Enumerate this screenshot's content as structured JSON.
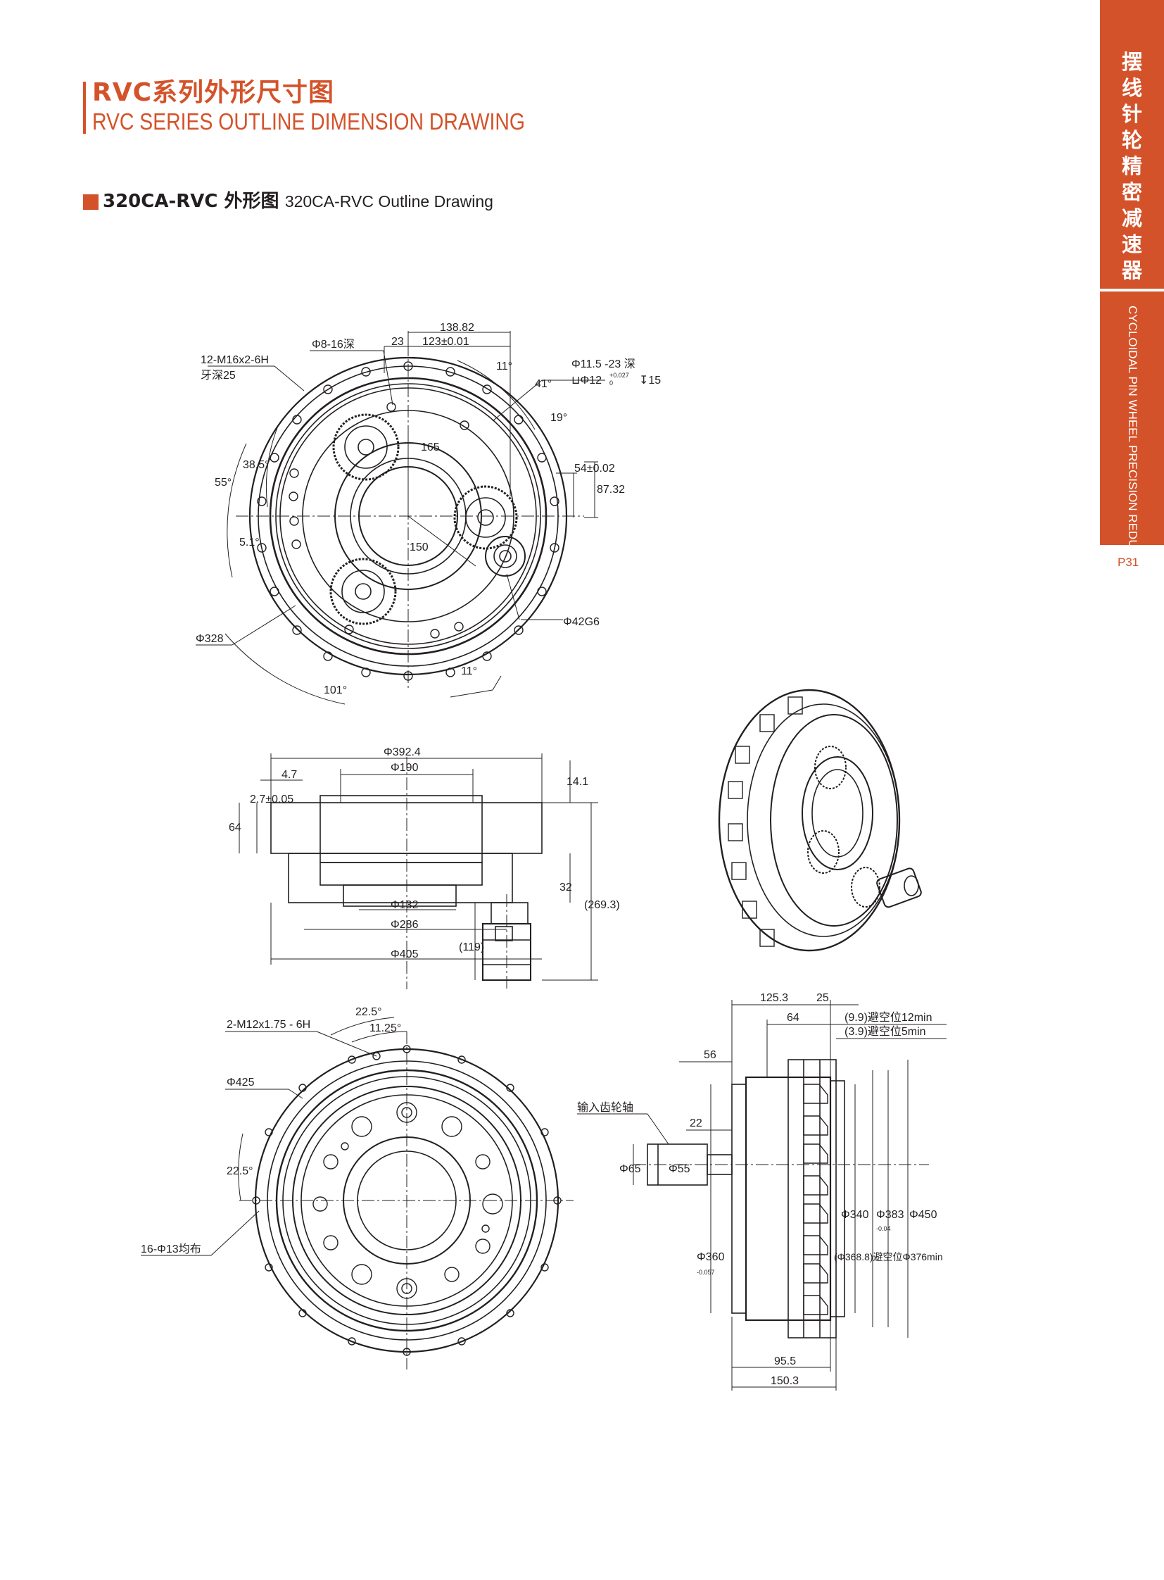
{
  "header": {
    "title_cn": "RVC系列外形尺寸图",
    "title_en": "RVC SERIES OUTLINE DIMENSION DRAWING",
    "accent_color": "#d4522a"
  },
  "subtitle": {
    "model_cn": "320CA-RVC 外形图",
    "model_en": "320CA-RVC Outline Drawing"
  },
  "side_tab": {
    "cn_chars": [
      "摆",
      "线",
      "针",
      "轮",
      "精",
      "密",
      "减",
      "速",
      "器"
    ],
    "en": "CYCLOIDAL PIN WHEEL PRECISION REDUCER",
    "page": "P31"
  },
  "drawing1": {
    "d_138_82": "138.82",
    "d_23": "23",
    "d_123": "123±0.01",
    "hole_8": "Φ8-16深",
    "tap_12": "12-M16x2-6H",
    "tap_depth": "牙深25",
    "hole_11_5": "Φ11.5 -23 深",
    "cbore": "⊔Φ12",
    "cbore_tol_up": "+0.027",
    "cbore_tol_lo": "0",
    "cbore_depth": "↧15",
    "a11": "11°",
    "a41": "41°",
    "a19": "19°",
    "d165": "165",
    "d54": "54±0.02",
    "d87": "87.32",
    "a55": "55°",
    "a38": "38.5°",
    "a5": "5.1°",
    "d150": "150",
    "phi328": "Φ328",
    "phi42": "Φ42G6",
    "a11b": "11°",
    "a101": "101°"
  },
  "drawing2": {
    "phi392": "Φ392.4",
    "phi190": "Φ190",
    "d47": "4.7",
    "d27": "2.7±0.05",
    "d141": "14.1",
    "d64": "64",
    "d32": "32",
    "d269": "(269.3)",
    "phi132": "Φ132",
    "phi286": "Φ286",
    "phi405": "Φ405",
    "d119": "(119)"
  },
  "drawing3": {
    "tap": "2-M12x1.75 - 6H",
    "a22": "22.5°",
    "a1125": "11.25°",
    "phi425": "Φ425",
    "a22b": "22.5°",
    "holes": "16-Φ13均布"
  },
  "drawing4": {
    "d125": "125.3",
    "d25": "25",
    "d64": "64",
    "r12": "(9.9)避空位12min",
    "r5": "(3.9)避空位5min",
    "d56": "56",
    "gear": "输入齿轮轴",
    "d22": "22",
    "phi65": "Φ65",
    "phi55": "Φ55",
    "phi360": "Φ360",
    "phi360_tol": "-0.057",
    "phi340": "Φ340",
    "phi368": "(Φ368.8)避空位Φ376min",
    "phi383": "Φ383",
    "phi383_tol": "-0.04",
    "phi450": "Φ450",
    "d95": "95.5",
    "d150": "150.3"
  }
}
